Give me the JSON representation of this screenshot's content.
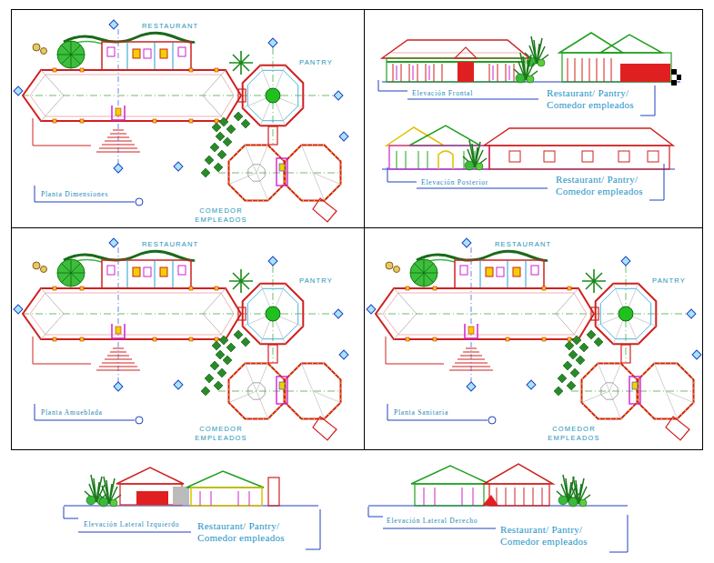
{
  "diagram": {
    "nodes": [
      {
        "text": [
          "RESTAURANT",
          "PANTRY",
          "COMEDOR EMPLEADOS",
          "Planta Dimensiones"
        ]
      },
      {
        "text": [
          "Elevación Frontal",
          "Restaurant/ Pantry/ Comedor empleados",
          "Elevación Posterior",
          "Restaurant/ Pantry/ Comedor empleados"
        ]
      },
      {
        "text": [
          "RESTAURANT",
          "PANTRY",
          "COMEDOR EMPLEADOS",
          "Planta Amueblada"
        ]
      },
      {
        "text": [
          "RESTAURANT",
          "PANTRY",
          "COMEDOR EMPLEADOS",
          "Planta Sanitaria"
        ]
      }
    ],
    "labels": [
      "Elevación Lateral Izquierdo",
      "Restaurant/ Pantry/ Comedor empleados",
      "Elevación Lateral Derecho",
      "Restaurant/ Pantry/ Comedor empleados"
    ]
  }
}
